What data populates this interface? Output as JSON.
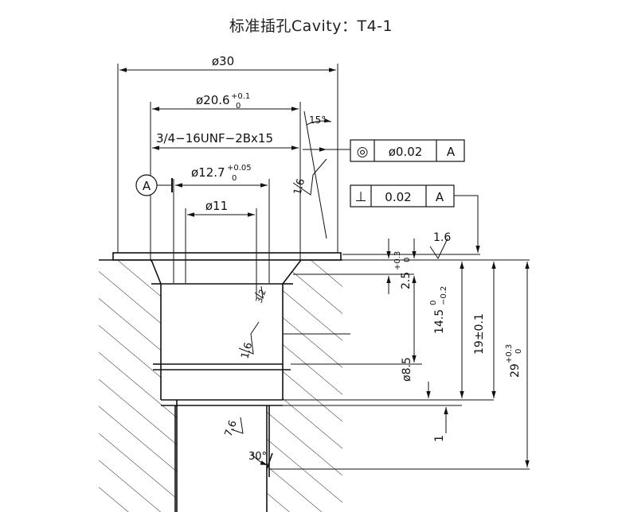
{
  "title": "标准插孔Cavity：T4-1",
  "datum": "A",
  "dims": {
    "d30": "ø30",
    "d206": "ø20.6",
    "d206_tol_up": "+0.1",
    "d206_tol_lo": "0",
    "thread": "3/4−16UNF−2Bx15",
    "chamfer_angle": "15°",
    "d127": "ø12.7",
    "d127_tol_up": "+0.05",
    "d127_tol_lo": "0",
    "d11": "ø11",
    "d85": "ø8.5",
    "v25": "2.5",
    "v25_tol_up": "+0.3",
    "v25_tol_lo": "0",
    "v145": "14.5",
    "v145_tol_up": "0",
    "v145_tol_lo": "−0.2",
    "v19": "19±0.1",
    "v29": "29",
    "v29_tol_up": "+0.3",
    "v29_tol_lo": "0",
    "v1": "1",
    "angle30": "30°"
  },
  "roughness": {
    "r1": "1.6",
    "r2": "1.6",
    "r3": "3.2",
    "r4": "1.6",
    "r5": "7.6"
  },
  "fcf": {
    "concentricity_symbol": "◎",
    "concentricity_value": "ø0.02",
    "concentricity_datum": "A",
    "perpendicularity_symbol": "⊥",
    "perpendicularity_value": "0.02",
    "perpendicularity_datum": "A"
  }
}
